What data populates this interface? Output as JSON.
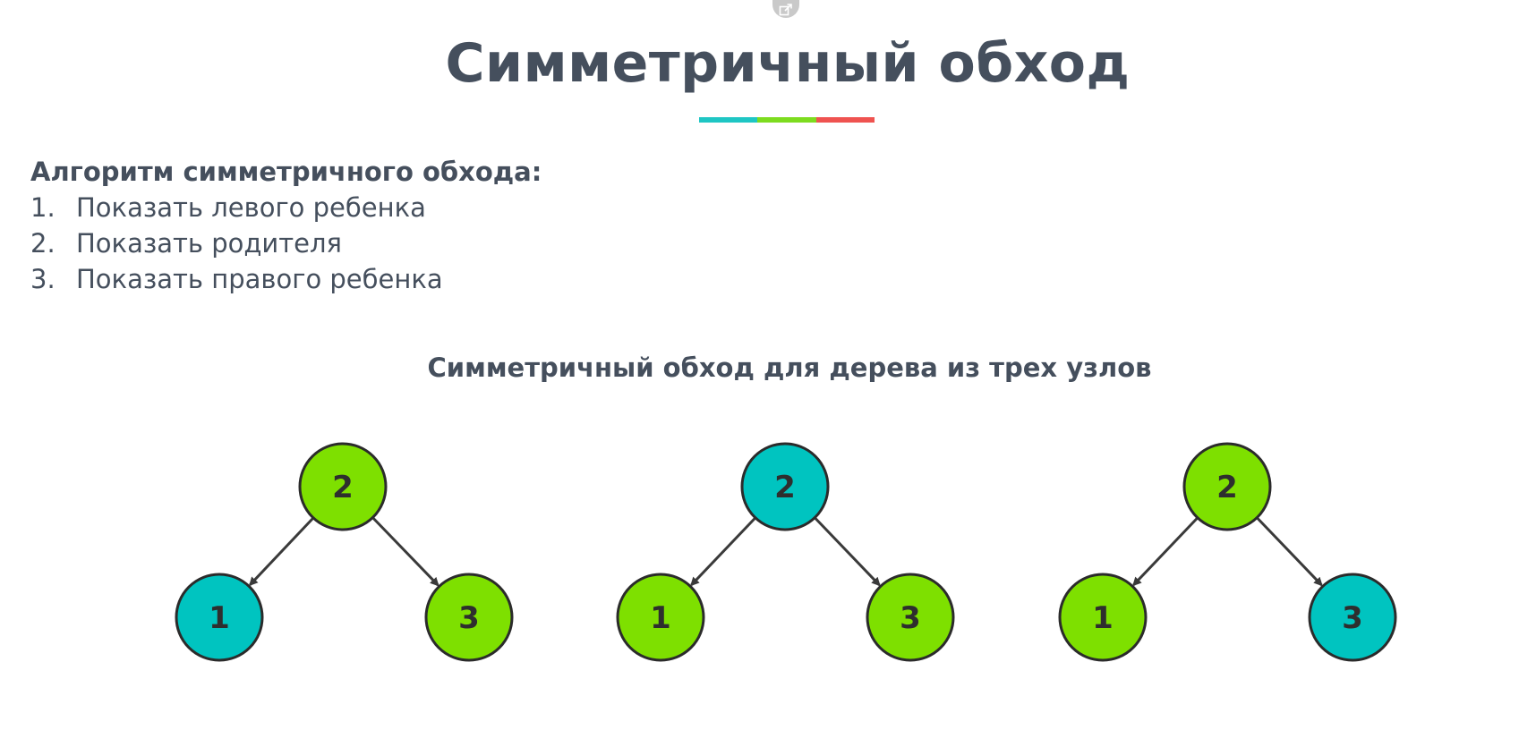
{
  "slide": {
    "title": "Симметричный обход",
    "underline_colors": [
      "#1ec6c4",
      "#7ddc1f",
      "#ef5350"
    ]
  },
  "algorithm": {
    "heading": "Алгоритм симметричного обхода:",
    "steps": [
      {
        "num": "1.",
        "text": "Показать левого ребенка"
      },
      {
        "num": "2.",
        "text": "Показать родителя"
      },
      {
        "num": "3.",
        "text": "Показать правого ребенка"
      }
    ]
  },
  "diagram": {
    "caption": "Симметричный обход для дерева из трех узлов",
    "colors": {
      "highlight": "#00c4c0",
      "normal": "#7ee000",
      "stroke": "#2b2b2b",
      "edge": "#3a3a3a"
    },
    "trees": [
      {
        "nodes": [
          {
            "role": "root",
            "label": "2",
            "highlighted": false
          },
          {
            "role": "left",
            "label": "1",
            "highlighted": true
          },
          {
            "role": "right",
            "label": "3",
            "highlighted": false
          }
        ]
      },
      {
        "nodes": [
          {
            "role": "root",
            "label": "2",
            "highlighted": true
          },
          {
            "role": "left",
            "label": "1",
            "highlighted": false
          },
          {
            "role": "right",
            "label": "3",
            "highlighted": false
          }
        ]
      },
      {
        "nodes": [
          {
            "role": "root",
            "label": "2",
            "highlighted": false
          },
          {
            "role": "left",
            "label": "1",
            "highlighted": false
          },
          {
            "role": "right",
            "label": "3",
            "highlighted": true
          }
        ]
      }
    ]
  },
  "icons": {
    "popout": "popout-icon"
  }
}
